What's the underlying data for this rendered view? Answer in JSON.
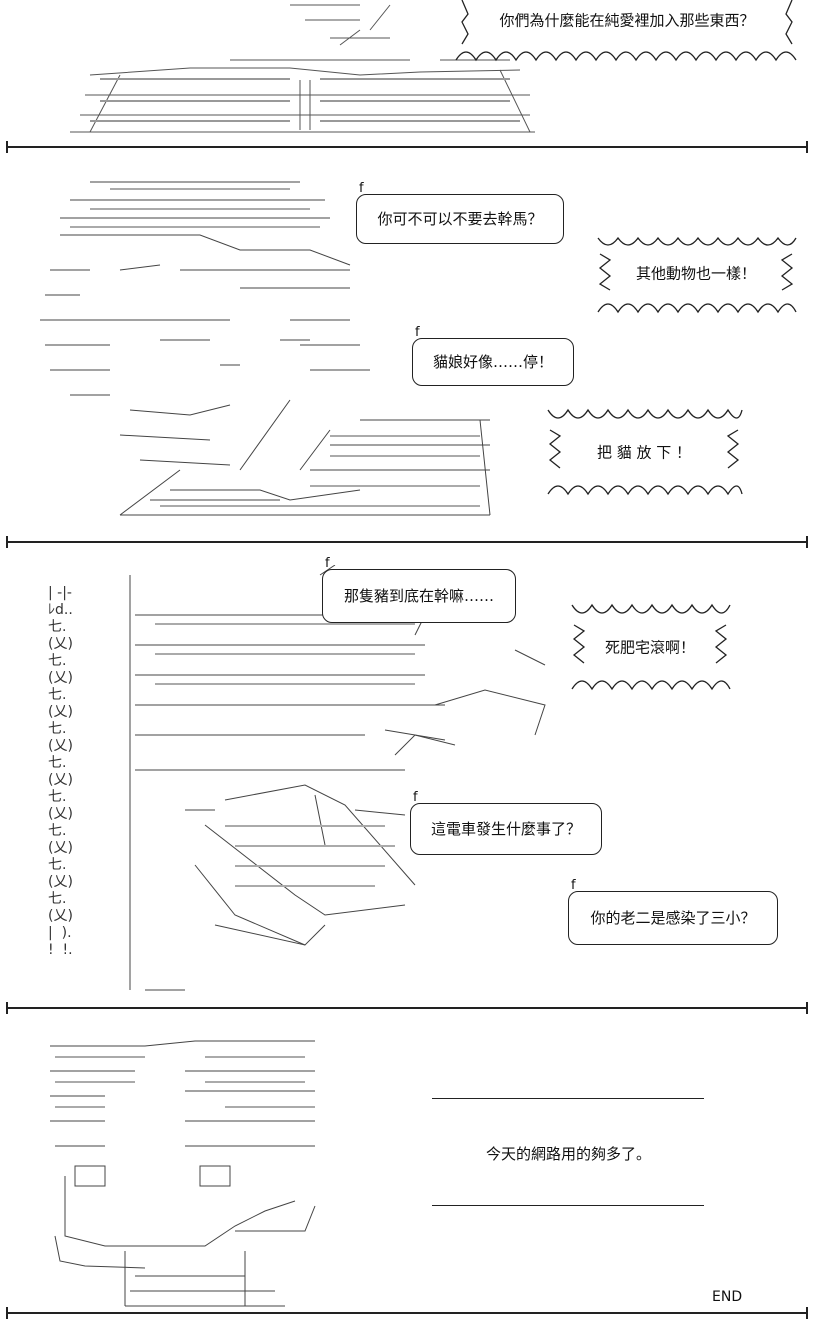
{
  "panels": [
    {
      "bubbles": [
        {
          "type": "shout",
          "text": "你們為什麼能在純愛裡加入那些東西？"
        }
      ]
    },
    {
      "bubbles": [
        {
          "type": "speech",
          "text": "你可不可以不要去幹馬？"
        },
        {
          "type": "shout",
          "text": "其他動物也一樣！"
        },
        {
          "type": "speech",
          "text": "貓娘好像……停！"
        },
        {
          "type": "shout",
          "text": "把 貓 放 下 ！"
        }
      ]
    },
    {
      "bubbles": [
        {
          "type": "speech",
          "text": "那隻豬到底在幹嘛……"
        },
        {
          "type": "shout",
          "text": "死肥宅滾啊！"
        },
        {
          "type": "speech",
          "text": "這電車發生什麼事了？"
        },
        {
          "type": "speech",
          "text": "你的老二是感染了三小？"
        }
      ],
      "side_column": "| -|-\nﾚd..\n七.\n(乂)\n七.\n(乂)\n七.\n(乂)\n七.\n(乂)\n七.\n(乂)\n七.\n(乂)\n七.\n(乂)\n七.\n(乂)\n七.\n(乂)\n|  ).\n!  !."
    },
    {
      "narration": "今天的網路用的夠多了。",
      "end_label": "END"
    }
  ],
  "icons": {
    "art": "ascii-art-icon",
    "shout": "jagged-bubble-icon"
  }
}
